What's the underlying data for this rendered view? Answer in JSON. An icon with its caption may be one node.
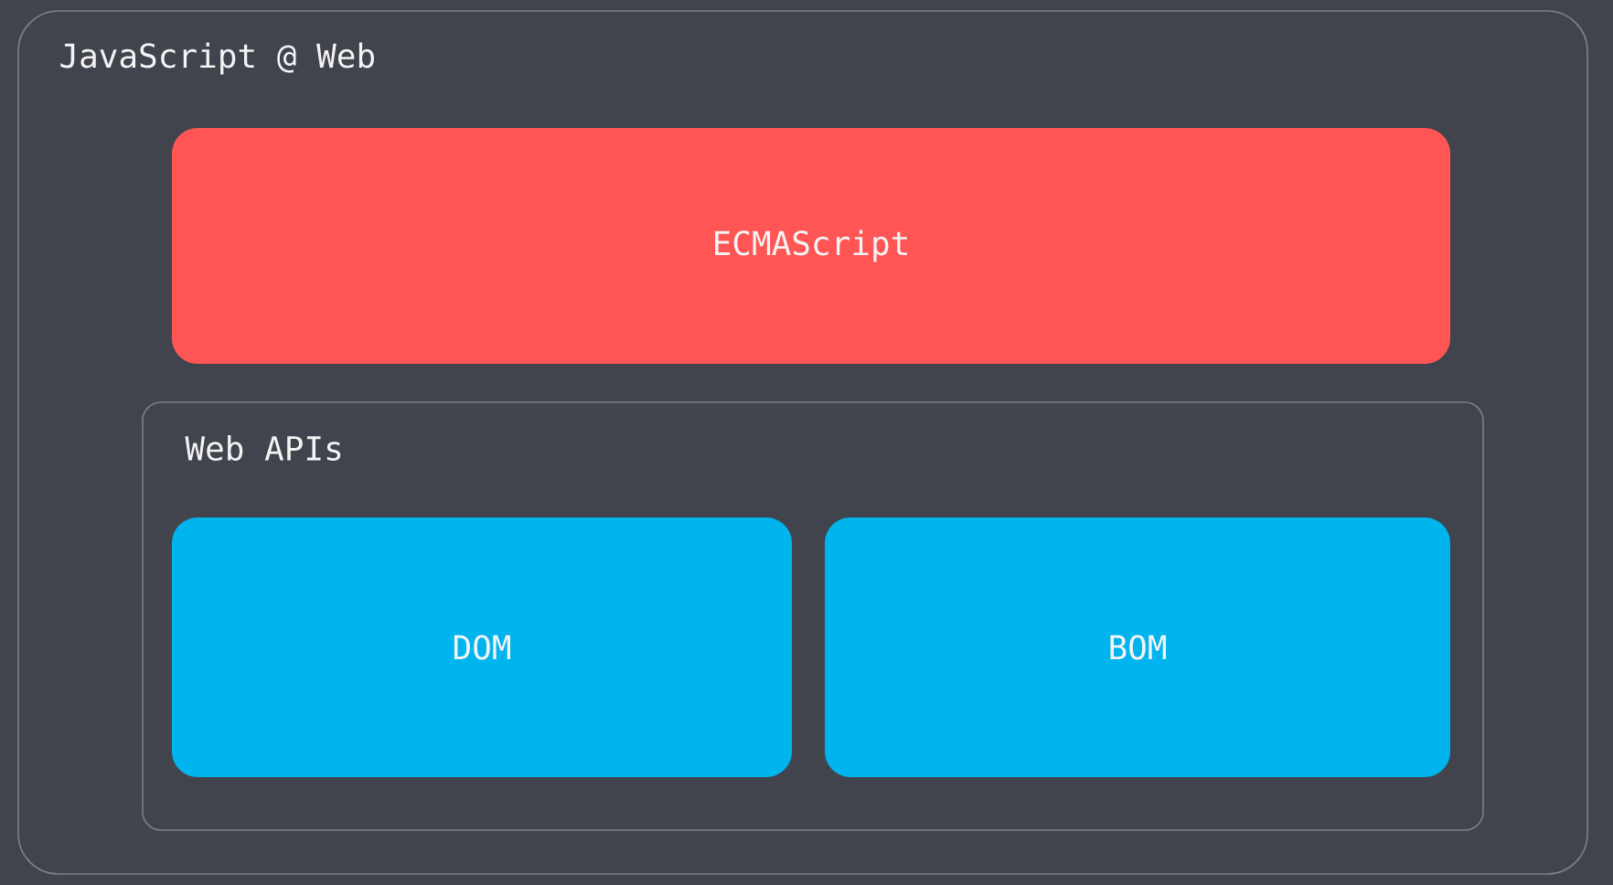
{
  "diagram": {
    "nodes": [
      {
        "text": [
          "JavaScript @ Web"
        ]
      },
      {
        "text": [
          "ECMAScript"
        ],
        "in": 0
      },
      {
        "text": [
          "Web APIs"
        ],
        "in": 0
      },
      {
        "text": [
          "DOM"
        ],
        "in": 2
      },
      {
        "text": [
          "BOM"
        ],
        "in": 2
      }
    ]
  }
}
